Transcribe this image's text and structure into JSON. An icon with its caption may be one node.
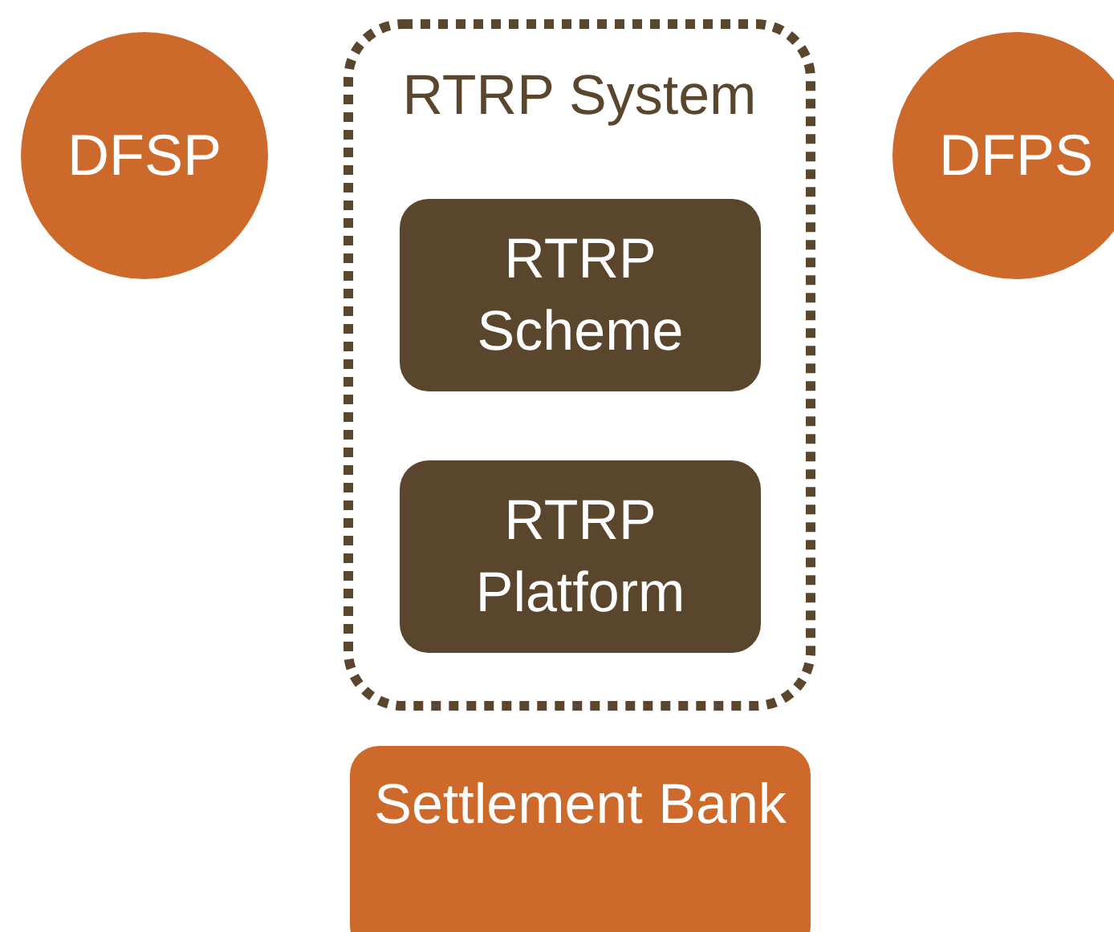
{
  "diagram": {
    "nodes": [
      {
        "text": [
          "DFSP"
        ]
      },
      {
        "text": [
          "RTRP System"
        ]
      },
      {
        "text": [
          "RTRP Scheme"
        ],
        "in": 1
      },
      {
        "text": [
          "RTRP Platform"
        ],
        "in": 1
      },
      {
        "text": [
          "DFPS"
        ]
      },
      {
        "text": [
          "Settlement Bank"
        ]
      }
    ]
  }
}
